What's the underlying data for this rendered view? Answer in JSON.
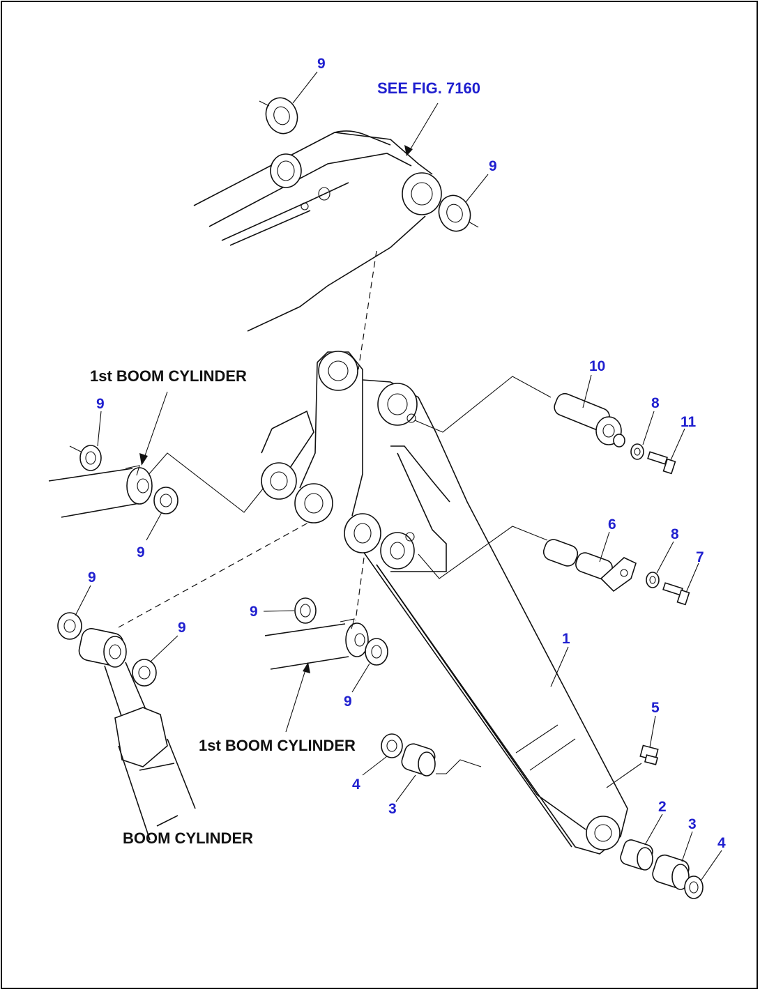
{
  "diagram": {
    "reference_label": "SEE FIG. 7160",
    "labels": {
      "first_boom_cylinder_top": "1st BOOM CYLINDER",
      "first_boom_cylinder_mid": "1st BOOM CYLINDER",
      "boom_cylinder": "BOOM CYLINDER"
    },
    "callouts": {
      "c9_top": "9",
      "c9_right": "9",
      "c10": "10",
      "c8_upper": "8",
      "c11": "11",
      "c9_cyl_upper": "9",
      "c9_cyl_lower": "9",
      "c6": "6",
      "c8_lower": "8",
      "c7": "7",
      "c9_boomcyl_upper": "9",
      "c9_boomcyl_right": "9",
      "c9_mid_upper": "9",
      "c9_mid_lower": "9",
      "c1": "1",
      "c5": "5",
      "c4_left": "4",
      "c3_left": "3",
      "c2": "2",
      "c3_right": "3",
      "c4_right": "4"
    }
  },
  "colors": {
    "callout": "#1f1fcf",
    "line": "#111111",
    "background": "#ffffff"
  }
}
